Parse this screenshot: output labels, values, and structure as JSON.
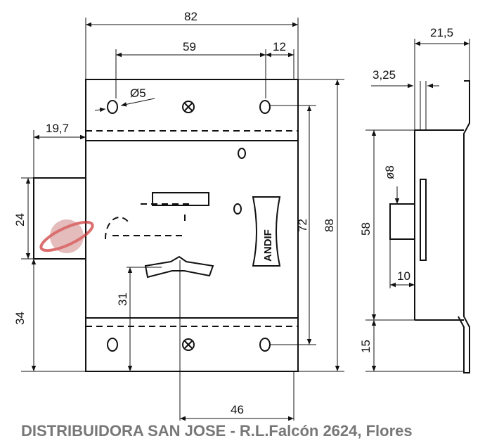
{
  "dimensions": {
    "overall_width": "82",
    "hole_spacing": "59",
    "hole_edge": "12",
    "hole_diameter": "Ø5",
    "bolt_projection": "19,7",
    "bolt_height": "24",
    "bolt_to_bottom": "34",
    "hole_vertical_spacing": "72",
    "overall_height": "88",
    "key_height": "31",
    "key_offset": "46",
    "depth": "21,5",
    "plate_thickness": "3,25",
    "shaft_diameter": "ø8",
    "body_height": "58",
    "shaft_length": "10",
    "flange_bottom": "15"
  },
  "logo": "ANDIF",
  "watermark": "DISTRIBUIDORA SAN JOSE - R.L.Falcón 2624, Flores"
}
